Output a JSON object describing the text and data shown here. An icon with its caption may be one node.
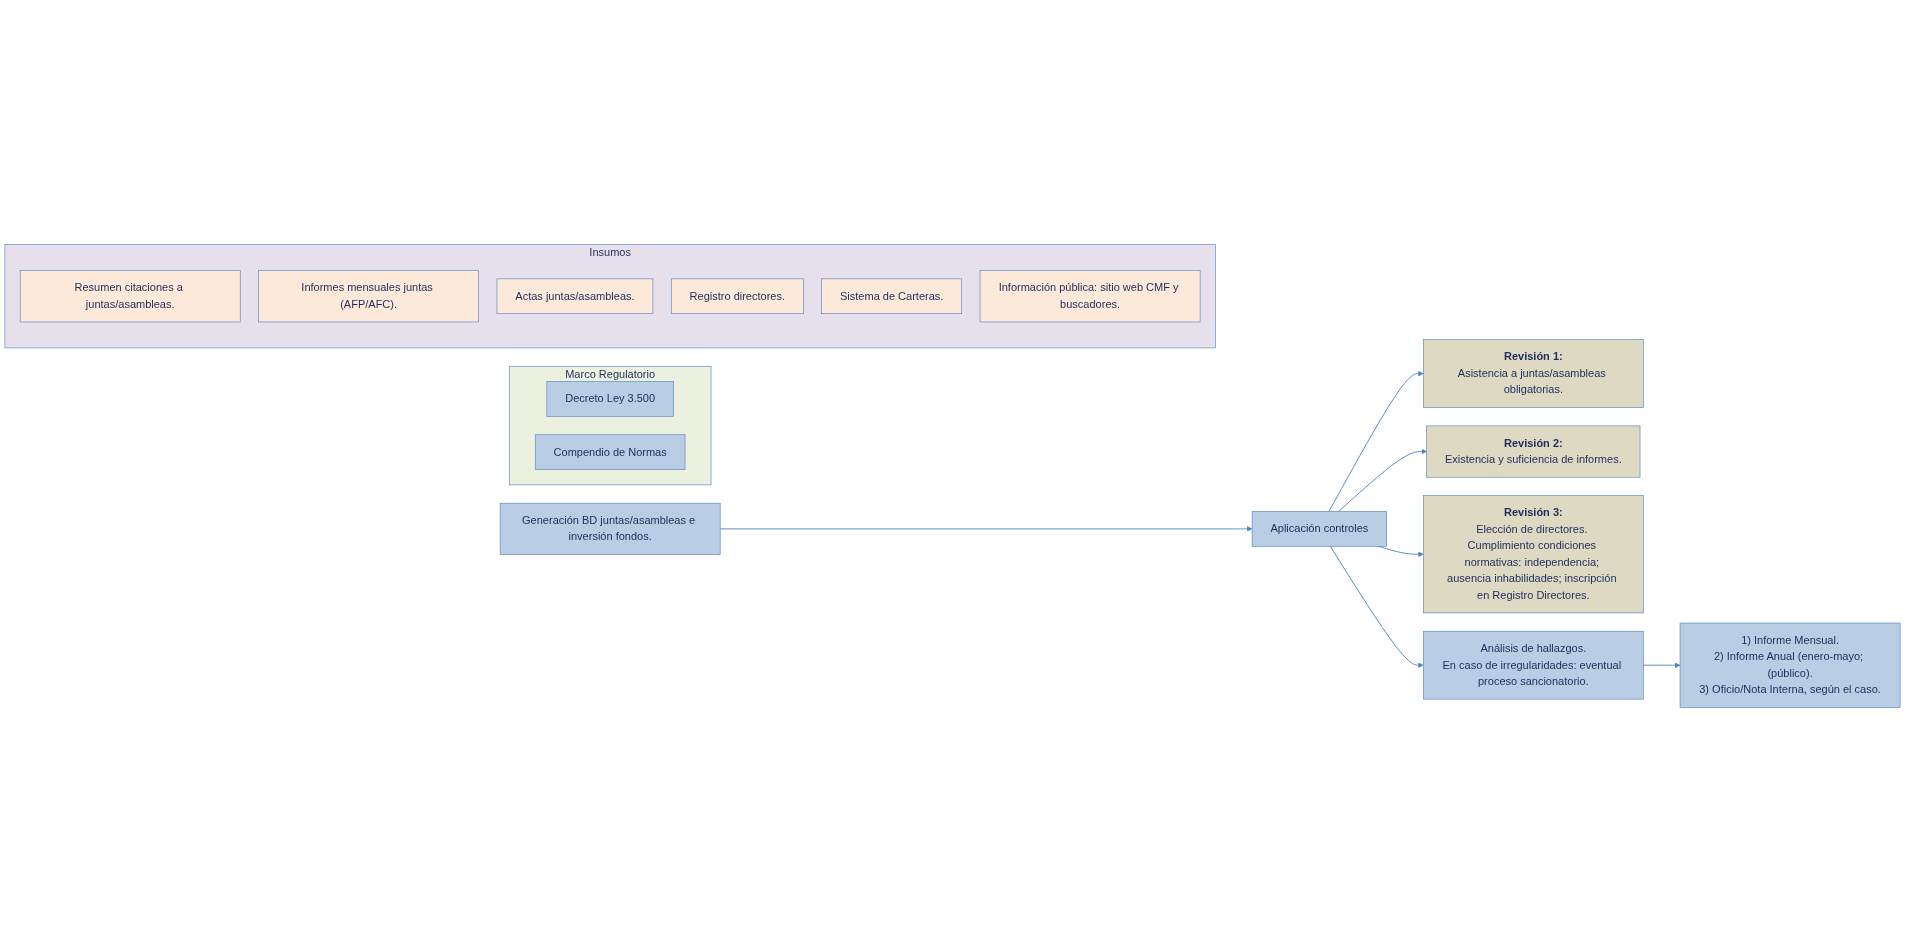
{
  "diagram": {
    "nodes": [
      {
        "text": [
          "Marco Regulatorio"
        ]
      },
      {
        "text": [
          "Decreto Ley 3.500"
        ],
        "in": 0
      },
      {
        "text": [
          "Compendio de Normas"
        ],
        "in": 0
      },
      {
        "text": [
          "Insumos"
        ]
      },
      {
        "text": [
          "Resumen citaciones a juntas/asambleas."
        ],
        "in": 3
      },
      {
        "text": [
          "Informes mensuales juntas (AFP/AFC)."
        ],
        "in": 3
      },
      {
        "text": [
          "Actas juntas/asambleas."
        ],
        "in": 3
      },
      {
        "text": [
          "Registro directores."
        ],
        "in": 3
      },
      {
        "text": [
          "Sistema de Carteras."
        ],
        "in": 3
      },
      {
        "text": [
          "Información pública: sitio web CMF y buscadores."
        ],
        "in": 3
      },
      {
        "text": [
          "Generación BD juntas/asambleas e inversión fondos."
        ]
      },
      {
        "text": [
          "Aplicación controles"
        ]
      },
      {
        "text": [
          "Revisión 1:",
          "Asistencia a juntas/asambleas obligatorias."
        ]
      },
      {
        "text": [
          "Revisión 2:",
          "Existencia y suficiencia de informes."
        ]
      },
      {
        "text": [
          "Revisión 3:",
          "Elección de directores. Cumplimiento condiciones normativas: independencia; ausencia inhabilidades; inscripción en Registro Directores."
        ]
      },
      {
        "text": [
          "Análisis de hallazgos.",
          "En caso de irregularidades: eventual proceso sancionatorio."
        ]
      },
      {
        "text": [
          "1) Informe Mensual.",
          "2) Informe Anual (enero-mayo; (público).",
          "3) Oficio/Nota Interna, según el caso."
        ]
      }
    ],
    "edges": [
      {
        "from": 10,
        "to": 11,
        "arrow": "to"
      },
      {
        "from": 11,
        "to": 12,
        "arrow": "to"
      },
      {
        "from": 11,
        "to": 13,
        "arrow": "to"
      },
      {
        "from": 11,
        "to": 14,
        "arrow": "to"
      },
      {
        "from": 11,
        "to": 15,
        "arrow": "to"
      },
      {
        "from": 15,
        "to": 16,
        "arrow": "to"
      }
    ]
  }
}
